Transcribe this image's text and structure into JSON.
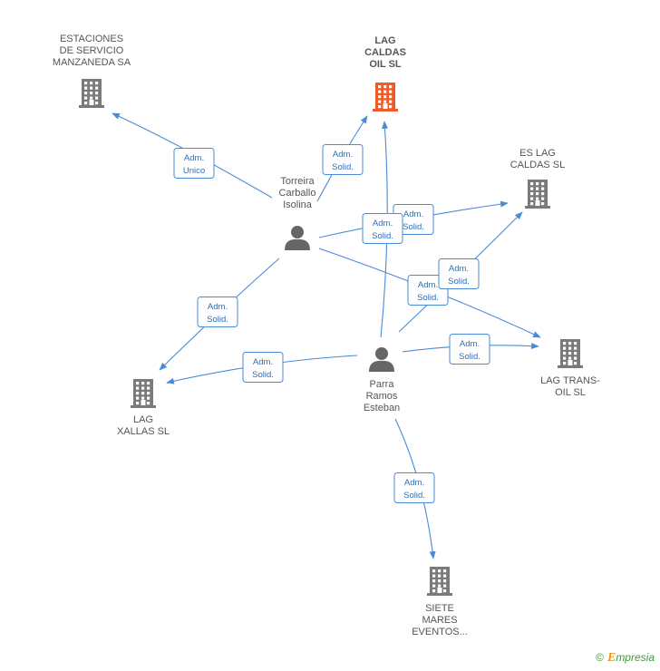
{
  "colors": {
    "edge": "#4a8bd6",
    "company": "#7a7a7a",
    "company_main": "#f05a28",
    "person": "#666666",
    "badge_text": "#2f6db5"
  },
  "nodes": [
    {
      "id": "estaciones",
      "type": "company",
      "lines": [
        "ESTACIONES",
        "DE SERVICIO",
        "MANZANEDA SA"
      ]
    },
    {
      "id": "lagcaldasoil",
      "type": "company_main",
      "lines": [
        "LAG",
        "CALDAS",
        "OIL  SL"
      ]
    },
    {
      "id": "eslagcaldas",
      "type": "company",
      "lines": [
        "ES LAG",
        "CALDAS  SL"
      ]
    },
    {
      "id": "lagtransoil",
      "type": "company",
      "lines": [
        "LAG TRANS-",
        "OIL  SL"
      ]
    },
    {
      "id": "lagxallas",
      "type": "company",
      "lines": [
        "LAG",
        "XALLAS SL"
      ]
    },
    {
      "id": "sietemares",
      "type": "company",
      "lines": [
        "SIETE",
        "MARES",
        "EVENTOS..."
      ]
    },
    {
      "id": "torreira",
      "type": "person",
      "lines": [
        "Torreira",
        "Carballo",
        "Isolina"
      ]
    },
    {
      "id": "parra",
      "type": "person",
      "lines": [
        "Parra",
        "Ramos",
        "Esteban"
      ]
    }
  ],
  "edges": [
    {
      "from": "torreira",
      "to": "estaciones",
      "label": [
        "Adm.",
        "Unico"
      ]
    },
    {
      "from": "torreira",
      "to": "lagcaldasoil",
      "label": [
        "Adm.",
        "Solid."
      ]
    },
    {
      "from": "torreira",
      "to": "eslagcaldas",
      "label": [
        "Adm.",
        "Solid."
      ]
    },
    {
      "from": "torreira",
      "to": "lagtransoil",
      "label": [
        "Adm.",
        "Solid."
      ]
    },
    {
      "from": "torreira",
      "to": "lagxallas",
      "label": [
        "Adm.",
        "Solid."
      ]
    },
    {
      "from": "parra",
      "to": "lagcaldasoil",
      "label": [
        "Adm.",
        "Solid."
      ]
    },
    {
      "from": "parra",
      "to": "eslagcaldas",
      "label": [
        "Adm.",
        "Solid."
      ]
    },
    {
      "from": "parra",
      "to": "lagtransoil",
      "label": [
        "Adm.",
        "Solid."
      ]
    },
    {
      "from": "parra",
      "to": "lagxallas",
      "label": [
        "Adm.",
        "Solid."
      ]
    },
    {
      "from": "parra",
      "to": "sietemares",
      "label": [
        "Adm.",
        "Solid."
      ]
    }
  ],
  "footer": {
    "copyright": "©",
    "brand_initial": "E",
    "brand_rest": "mpresia"
  }
}
